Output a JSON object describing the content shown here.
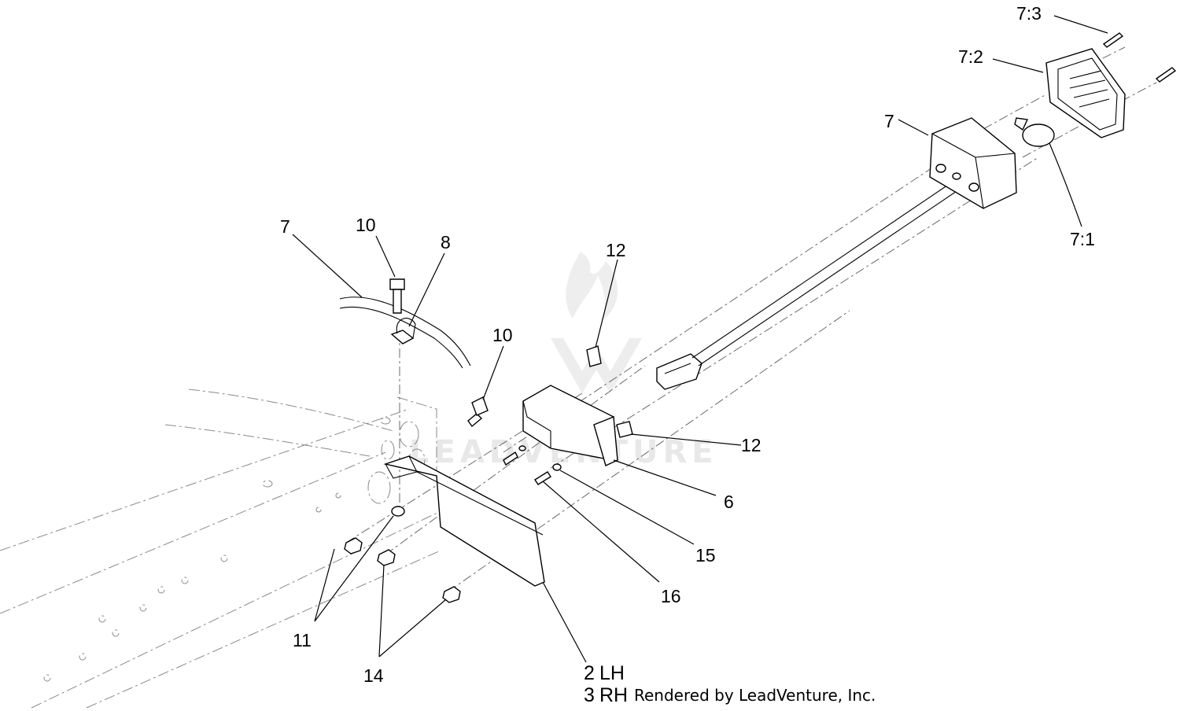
{
  "diagram": {
    "callouts": [
      {
        "id": "c-7-3",
        "text": "7:3"
      },
      {
        "id": "c-7-2",
        "text": "7:2"
      },
      {
        "id": "c-7-top",
        "text": "7"
      },
      {
        "id": "c-7-1",
        "text": "7:1"
      },
      {
        "id": "c-7-left",
        "text": "7"
      },
      {
        "id": "c-10-top",
        "text": "10"
      },
      {
        "id": "c-8",
        "text": "8"
      },
      {
        "id": "c-12-top",
        "text": "12"
      },
      {
        "id": "c-10-mid",
        "text": "10"
      },
      {
        "id": "c-12-mid",
        "text": "12"
      },
      {
        "id": "c-6",
        "text": "6"
      },
      {
        "id": "c-15",
        "text": "15"
      },
      {
        "id": "c-16",
        "text": "16"
      },
      {
        "id": "c-11",
        "text": "11"
      },
      {
        "id": "c-14",
        "text": "14"
      },
      {
        "id": "c-2",
        "text": "2"
      },
      {
        "id": "c-lh",
        "text": "LH"
      },
      {
        "id": "c-3",
        "text": "3"
      },
      {
        "id": "c-rh",
        "text": "RH"
      }
    ],
    "credit": "Rendered by LeadVenture, Inc.",
    "watermark": "LEADVENTURE"
  }
}
